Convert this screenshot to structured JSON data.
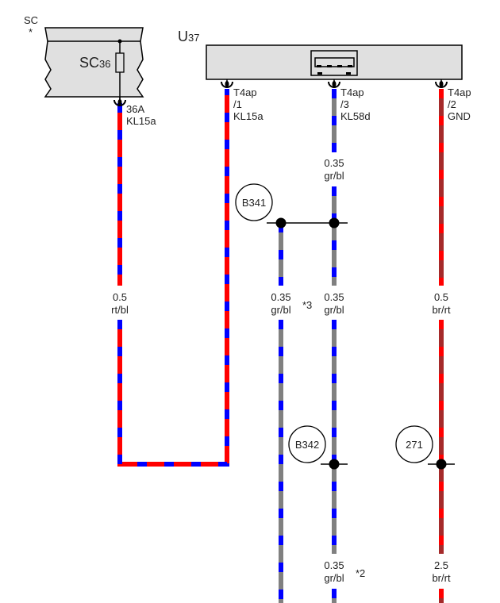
{
  "colors": {
    "red": "#ff0000",
    "blue": "#0000ff",
    "grey": "#808080",
    "brown": "#a52a2a",
    "box_fill": "#e0e0e0",
    "line": "#000000"
  },
  "fuse_box": {
    "label": "SC",
    "asterisk": "*",
    "fuse_main": "SC",
    "fuse_sub": "36",
    "pin": "36A",
    "pin_signal": "KL15a"
  },
  "module": {
    "label_main": "U",
    "label_sub": "37",
    "icon": "usb-port-icon",
    "pins": [
      {
        "connector": "T4ap",
        "pin": "/1",
        "signal": "KL15a"
      },
      {
        "connector": "T4ap",
        "pin": "/3",
        "signal": "KL58d"
      },
      {
        "connector": "T4ap",
        "pin": "/2",
        "signal": "GND"
      }
    ]
  },
  "wires": [
    {
      "id": "fuse-to-u37",
      "size": "0.5",
      "color_code": "rt/bl",
      "colors": [
        "red",
        "blue"
      ]
    },
    {
      "id": "kl58d-upper",
      "size": "0.35",
      "color_code": "gr/bl",
      "colors": [
        "grey",
        "blue"
      ]
    },
    {
      "id": "b341-branch",
      "size": "0.35",
      "color_code": "gr/bl",
      "colors": [
        "grey",
        "blue"
      ],
      "note": "*3"
    },
    {
      "id": "kl58d-middle",
      "size": "0.35",
      "color_code": "gr/bl",
      "colors": [
        "grey",
        "blue"
      ]
    },
    {
      "id": "gnd-upper",
      "size": "0.5",
      "color_code": "br/rt",
      "colors": [
        "brown",
        "red"
      ]
    },
    {
      "id": "kl58d-lower",
      "size": "0.35",
      "color_code": "gr/bl",
      "colors": [
        "grey",
        "blue"
      ],
      "note": "*2"
    },
    {
      "id": "gnd-lower",
      "size": "2.5",
      "color_code": "br/rt",
      "colors": [
        "brown",
        "red"
      ]
    }
  ],
  "splices": [
    {
      "label": "B341"
    },
    {
      "label": "B342"
    },
    {
      "label": "271"
    }
  ]
}
